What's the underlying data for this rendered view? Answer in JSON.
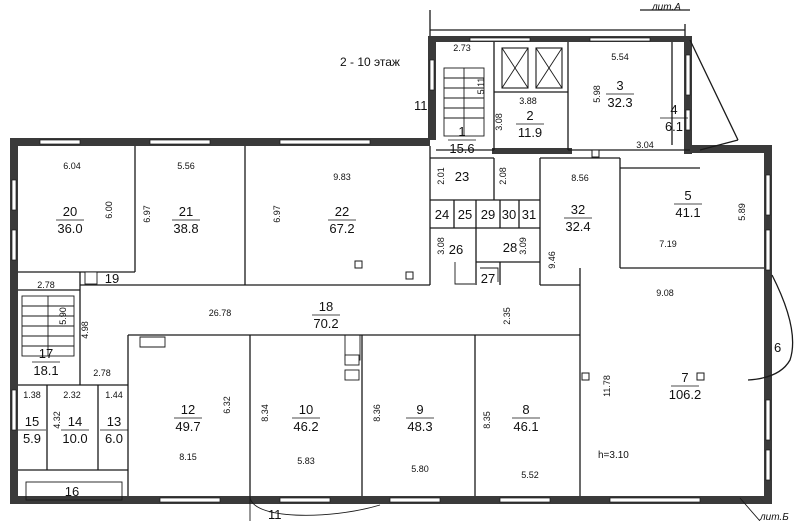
{
  "header": {
    "floors_label": "2 - 10 этаж"
  },
  "building_labels": {
    "lit_a": "лит.А",
    "lit_b": "лит.Б"
  },
  "axis_markers": {
    "marker_11_left": "11",
    "marker_11_bottom": "11",
    "marker_6": "6"
  },
  "height_note": "h=3.10",
  "rooms": [
    {
      "id": "r1",
      "number": "1",
      "area": "15.6"
    },
    {
      "id": "r2",
      "number": "2",
      "area": "11.9"
    },
    {
      "id": "r3",
      "number": "3",
      "area": "32.3"
    },
    {
      "id": "r4",
      "number": "4",
      "area": "6.1"
    },
    {
      "id": "r5",
      "number": "5",
      "area": "41.1"
    },
    {
      "id": "r6",
      "number": "6",
      "area": ""
    },
    {
      "id": "r7",
      "number": "7",
      "area": "106.2"
    },
    {
      "id": "r8",
      "number": "8",
      "area": "46.1"
    },
    {
      "id": "r9",
      "number": "9",
      "area": "48.3"
    },
    {
      "id": "r10",
      "number": "10",
      "area": "46.2"
    },
    {
      "id": "r12",
      "number": "12",
      "area": "49.7"
    },
    {
      "id": "r13",
      "number": "13",
      "area": "6.0"
    },
    {
      "id": "r14",
      "number": "14",
      "area": "10.0"
    },
    {
      "id": "r15",
      "number": "15",
      "area": "5.9"
    },
    {
      "id": "r16",
      "number": "16",
      "area": ""
    },
    {
      "id": "r17",
      "number": "17",
      "area": "18.1"
    },
    {
      "id": "r18",
      "number": "18",
      "area": "70.2"
    },
    {
      "id": "r19",
      "number": "19",
      "area": ""
    },
    {
      "id": "r20",
      "number": "20",
      "area": "36.0"
    },
    {
      "id": "r21",
      "number": "21",
      "area": "38.8"
    },
    {
      "id": "r22",
      "number": "22",
      "area": "67.2"
    },
    {
      "id": "r23",
      "number": "23",
      "area": ""
    },
    {
      "id": "r24",
      "number": "24",
      "area": ""
    },
    {
      "id": "r25",
      "number": "25",
      "area": ""
    },
    {
      "id": "r26",
      "number": "26",
      "area": ""
    },
    {
      "id": "r27",
      "number": "27",
      "area": ""
    },
    {
      "id": "r28",
      "number": "28",
      "area": ""
    },
    {
      "id": "r29",
      "number": "29",
      "area": ""
    },
    {
      "id": "r30",
      "number": "30",
      "area": ""
    },
    {
      "id": "r31",
      "number": "31",
      "area": ""
    },
    {
      "id": "r32",
      "number": "32",
      "area": "32.4"
    }
  ],
  "dimensions": [
    "2.73",
    "5.11",
    "3.88",
    "5.54",
    "5.98",
    "3.08",
    "3.04",
    "6.04",
    "6.00",
    "5.56",
    "6.97",
    "9.83",
    "6.97",
    "2.01",
    "2.08",
    "8.56",
    "5.89",
    "7.19",
    "3.08",
    "3.09",
    "9.46",
    "2.78",
    "5.90",
    "26.78",
    "2.35",
    "9.08",
    "4.98",
    "2.78",
    "1.38",
    "2.32",
    "1.44",
    "4.32",
    "6.32",
    "8.15",
    "8.34",
    "5.83",
    "8.36",
    "5.80",
    "8.35",
    "5.52",
    "11.78"
  ]
}
